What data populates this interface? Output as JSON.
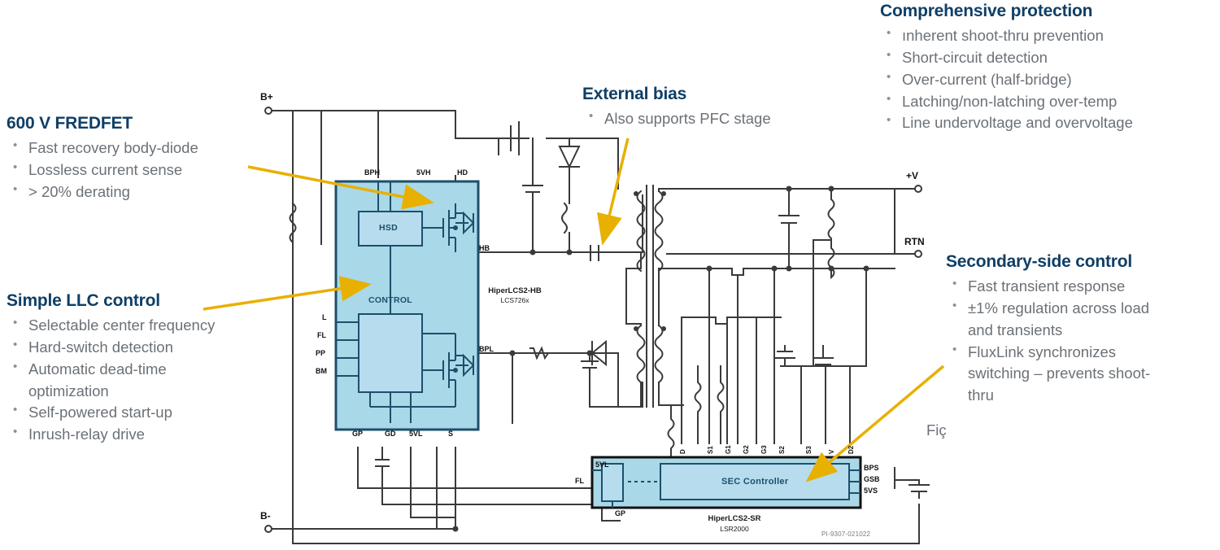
{
  "callouts": {
    "fredfet": {
      "title": "600 V FREDFET",
      "items": [
        "Fast recovery body-diode",
        "Lossless current sense",
        "> 20% derating"
      ]
    },
    "llc": {
      "title": "Simple LLC control",
      "items": [
        "Selectable center frequency",
        "Hard-switch detection",
        "Automatic dead-time",
        "optimization",
        "Self-powered start-up",
        "Inrush-relay drive"
      ],
      "continuation_index": 3
    },
    "external_bias": {
      "title": "External bias",
      "items": [
        "Also supports PFC stage"
      ]
    },
    "protection": {
      "title": "Comprehensive protection",
      "items": [
        "ınherent shoot-thru prevention",
        "Short-circuit detection",
        "Over-current (half-bridge)",
        "Latching/non-latching over-temp",
        "Line undervoltage and overvoltage"
      ]
    },
    "secondary": {
      "title": "Secondary-side control",
      "items": [
        "Fast transient response",
        "±1% regulation across load",
        "and transients",
        "FluxLink synchronizes",
        "switching – prevents shoot-",
        "thru"
      ],
      "continuation_indices": [
        2,
        4,
        5
      ]
    }
  },
  "schematic": {
    "terminals": {
      "b_plus": "B+",
      "b_minus": "B-",
      "v_out": "+V",
      "rtn": "RTN"
    },
    "hb_ic": {
      "part_name": "HiperLCS2-HB",
      "part_number": "LCS726x",
      "inner_blocks": {
        "hsd": "HSD",
        "control": "CONTROL"
      },
      "pins_top": [
        "BPH",
        "5VH",
        "HD"
      ],
      "pins_left": [
        "L",
        "FL",
        "PP",
        "BM"
      ],
      "pins_bottom": [
        "GP",
        "GD",
        "5VL",
        "S"
      ],
      "pins_right": [
        "HB",
        "BPL"
      ]
    },
    "sr_ic": {
      "part_name": "HiperLCS2-SR",
      "part_number": "LSR2000",
      "inner_block": "SEC Controller",
      "pins_top": [
        "D",
        "S1",
        "G1",
        "G2",
        "G3",
        "S2",
        "S3",
        "V",
        "D2"
      ],
      "pins_left": [
        "FL",
        "5VL"
      ],
      "pins_bottom": [
        "GP"
      ],
      "pins_right": [
        "BPS",
        "GSB",
        "5VS"
      ]
    },
    "doc_code": "PI-9307-021022",
    "stray_text": "Fiç"
  },
  "colors": {
    "heading": "#0f3f66",
    "body_text": "#6b7177",
    "ic_fill": "#a9d8e8",
    "ic_border": "#1c4f6b",
    "inner_fill": "#b6dced",
    "wire": "#3a3a3a",
    "arrow": "#e8b000"
  }
}
